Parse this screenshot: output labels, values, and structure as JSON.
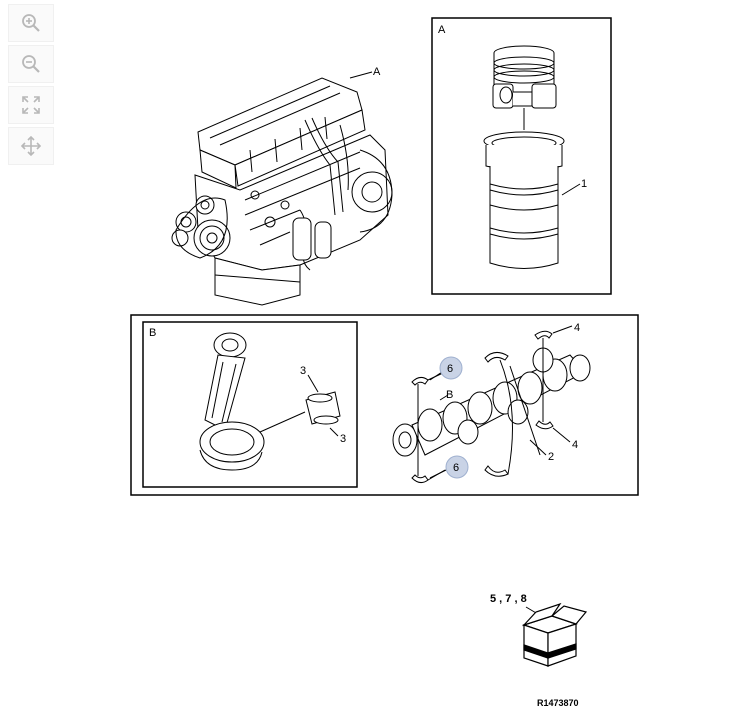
{
  "toolbar": {
    "buttons": [
      {
        "name": "zoom-in",
        "icon": "zoom-in-icon"
      },
      {
        "name": "zoom-out",
        "icon": "zoom-out-icon"
      },
      {
        "name": "fit",
        "icon": "fullscreen-icon"
      },
      {
        "name": "pan",
        "icon": "move-icon"
      }
    ]
  },
  "diagram": {
    "engine_callout": "A",
    "panel_a": {
      "title": "A",
      "callout_1": "1"
    },
    "panel_b": {
      "title": "B",
      "callout_3a": "3",
      "callout_3b": "3",
      "callout_4a": "4",
      "callout_4b": "4",
      "callout_2": "2",
      "callout_b": "B",
      "callout_6a": "6",
      "callout_6b": "6"
    },
    "kit_label": "5 , 7 , 8",
    "reference": "R1473870"
  },
  "colors": {
    "line": "#000000",
    "highlight": "#c9d3e6",
    "toolbar_icon": "#b8b8b8"
  }
}
